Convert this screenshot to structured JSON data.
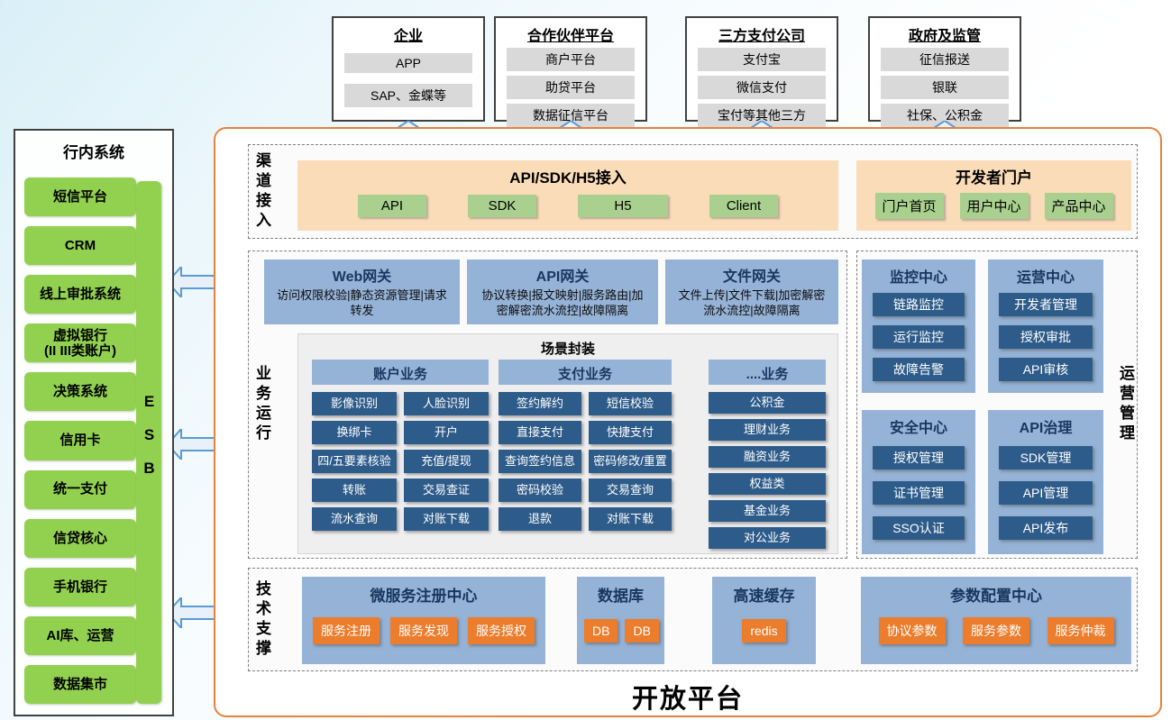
{
  "external": {
    "groups": [
      {
        "title": "企业",
        "items": [
          "APP",
          "SAP、金蝶等"
        ]
      },
      {
        "title": "合作伙伴平台",
        "items": [
          "商户平台",
          "助贷平台",
          "数据征信平台"
        ]
      },
      {
        "title": "三方支付公司",
        "items": [
          "支付宝",
          "微信支付",
          "宝付等其他三方"
        ]
      },
      {
        "title": "政府及监管",
        "items": [
          "征信报送",
          "银联",
          "社保、公积金"
        ]
      }
    ]
  },
  "sidebar": {
    "title": "行内系统",
    "items": [
      "短信平台",
      "CRM",
      "线上审批系统",
      "虚拟银行\n(II III类账户)",
      "决策系统",
      "信用卡",
      "统一支付",
      "信贷核心",
      "手机银行",
      "AI库、运营",
      "数据集市"
    ],
    "esb": "ESB"
  },
  "platform": {
    "title": "开放平台",
    "channel": {
      "label": "渠道接入",
      "access": {
        "title": "API/SDK/H5接入",
        "buttons": [
          "API",
          "SDK",
          "H5",
          "Client"
        ]
      },
      "portal": {
        "title": "开发者门户",
        "buttons": [
          "门户首页",
          "用户中心",
          "产品中心"
        ]
      }
    },
    "business": {
      "label": "业务运行",
      "gateways": [
        {
          "title": "Web网关",
          "desc": "访问权限校验|静态资源管理|请求转发"
        },
        {
          "title": "API网关",
          "desc": "协议转换|报文映射|服务路由|加密解密流水流控|故障隔离"
        },
        {
          "title": "文件网关",
          "desc": "文件上传|文件下载|加密解密流水流控|故障隔离"
        }
      ],
      "scenario": {
        "title": "场景封装",
        "columns": [
          {
            "title": "账户业务",
            "items": [
              "影像识别",
              "人脸识别",
              "换绑卡",
              "开户",
              "四/五要素核验",
              "充值/提现",
              "转账",
              "交易查证",
              "流水查询",
              "对账下载"
            ]
          },
          {
            "title": "支付业务",
            "items": [
              "签约解约",
              "短信校验",
              "直接支付",
              "快捷支付",
              "查询签约信息",
              "密码修改/重置",
              "密码校验",
              "交易查询",
              "退款",
              "对账下载"
            ]
          },
          {
            "title": "....业务",
            "items": [
              "公积金",
              "理财业务",
              "融资业务",
              "权益类",
              "基金业务",
              "对公业务"
            ]
          }
        ]
      }
    },
    "ops": {
      "label": "运营管理",
      "centers": [
        {
          "title": "监控中心",
          "items": [
            "链路监控",
            "运行监控",
            "故障告警"
          ]
        },
        {
          "title": "运营中心",
          "items": [
            "开发者管理",
            "授权审批",
            "API审核"
          ]
        },
        {
          "title": "安全中心",
          "items": [
            "授权管理",
            "证书管理",
            "SSO认证"
          ]
        },
        {
          "title": "API治理",
          "items": [
            "SDK管理",
            "API管理",
            "API发布"
          ]
        }
      ]
    },
    "tech": {
      "label": "技术支撑",
      "groups": [
        {
          "title": "微服务注册中心",
          "items": [
            "服务注册",
            "服务发现",
            "服务授权"
          ]
        },
        {
          "title": "数据库",
          "items": [
            "DB",
            "DB"
          ]
        },
        {
          "title": "高速缓存",
          "items": [
            "redis"
          ]
        },
        {
          "title": "参数配置中心",
          "items": [
            "协议参数",
            "服务参数",
            "服务仲裁"
          ]
        }
      ]
    }
  },
  "colors": {
    "sidebar_green": "#92D050",
    "channel_peach": "#FBDCB8",
    "button_green": "#A9D08E",
    "header_blue": "#95B3D7",
    "button_dark_blue": "#2E5C8A",
    "button_orange": "#EC7D2D",
    "platform_border_orange": "#E8823A",
    "arrow_blue": "#5B9BD5"
  }
}
